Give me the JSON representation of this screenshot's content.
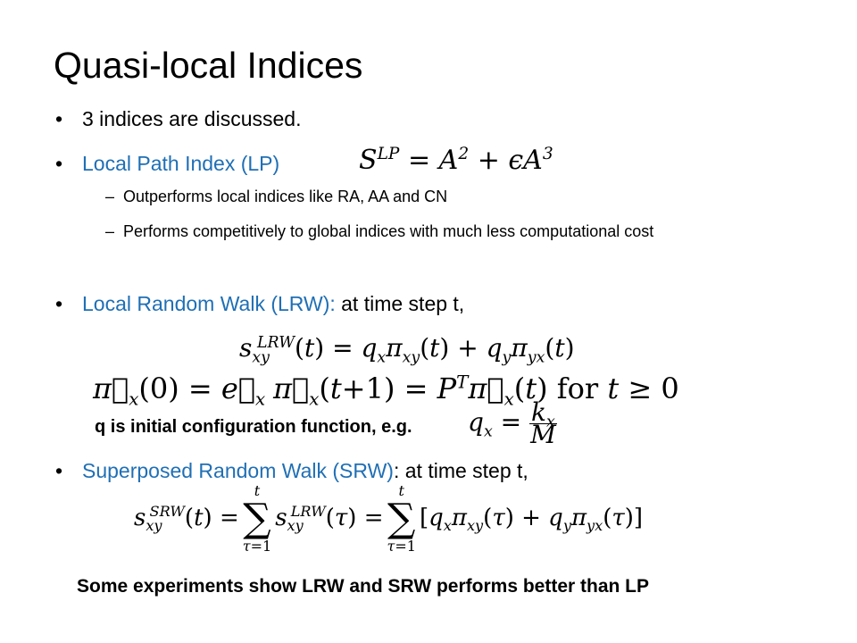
{
  "slide": {
    "title": "Quasi-local Indices",
    "bullets": {
      "b1": "3 indices are discussed.",
      "b2": "Local Path Index (LP)",
      "b2_sub1": "Outperforms local indices like RA, AA and CN",
      "b2_sub2": "Performs competitively to global indices with much less computational cost",
      "b3_label": "Local Random Walk (LRW):",
      "b3_rest": " at time step t,",
      "b4_label": "Superposed Random Walk (SRW)",
      "b4_rest": ": at time step t,"
    },
    "note_q": "q is initial configuration function, e.g.",
    "footer": "Some experiments show LRW and SRW performs better than LP",
    "bullet_char": "•",
    "dash_char": "–",
    "accent_color": "#1f6fb5"
  }
}
